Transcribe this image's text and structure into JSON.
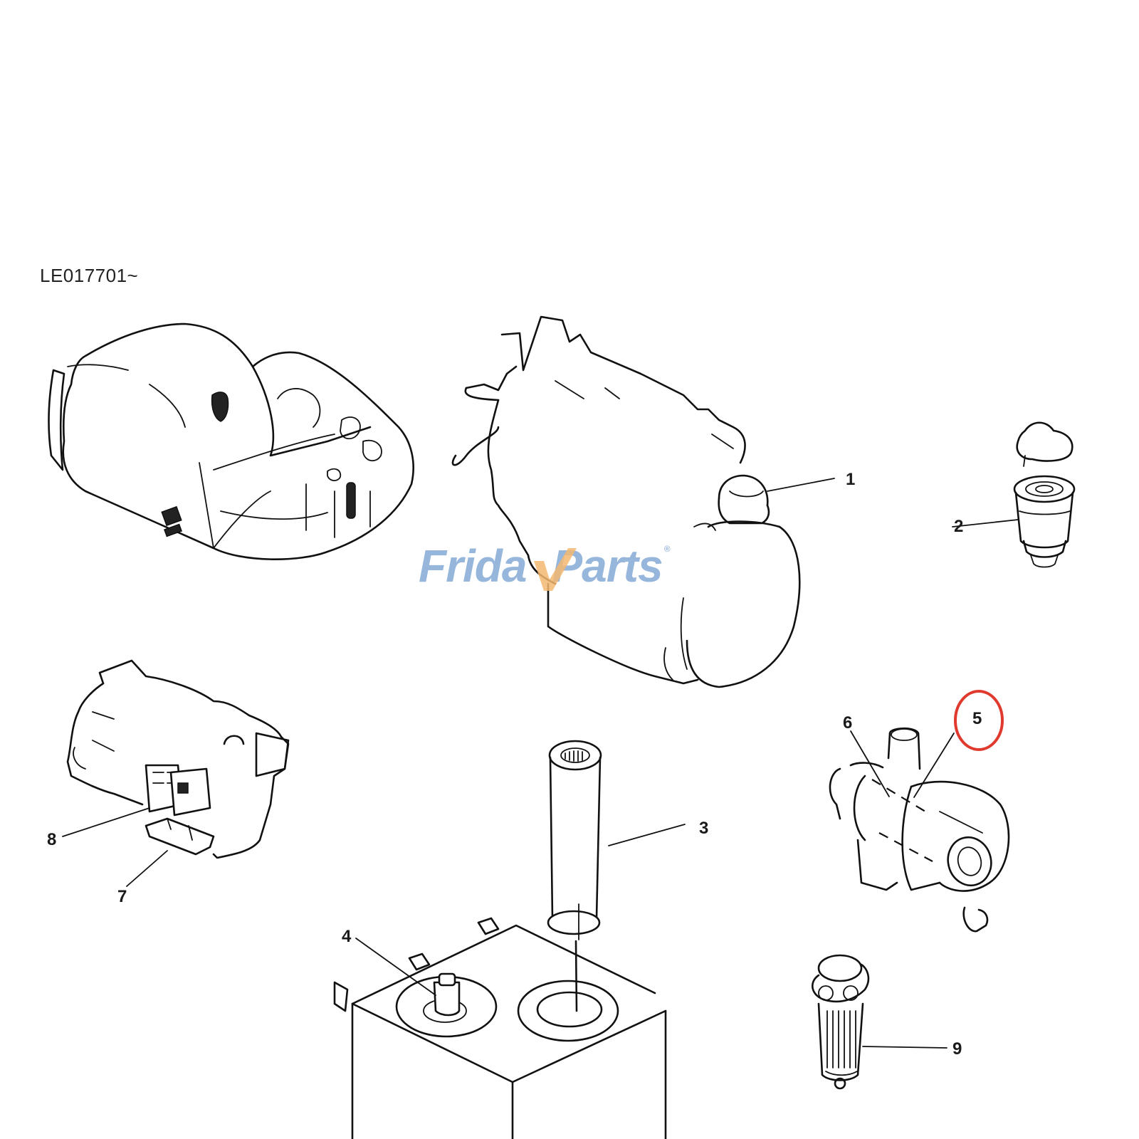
{
  "diagram": {
    "serial_range": "LE017701~",
    "highlight_color": "#e03a2f",
    "highlighted_callout": "5",
    "callouts": [
      {
        "id": "1",
        "label": "1",
        "part": "oil filter on engine"
      },
      {
        "id": "2",
        "label": "2",
        "part": "fuel filter cartridge"
      },
      {
        "id": "3",
        "label": "3",
        "part": "hydraulic tank return filter element"
      },
      {
        "id": "4",
        "label": "4",
        "part": "hydraulic tank breather"
      },
      {
        "id": "5",
        "label": "5",
        "part": "air cleaner outer element"
      },
      {
        "id": "6",
        "label": "6",
        "part": "air cleaner inner element"
      },
      {
        "id": "7",
        "label": "7",
        "part": "pilot line filter"
      },
      {
        "id": "8",
        "label": "8",
        "part": "pump filter"
      },
      {
        "id": "9",
        "label": "9",
        "part": "water separator / fuel pre-filter"
      }
    ]
  },
  "watermark": {
    "text_left": "Frida",
    "text_right": "Parts",
    "registered": "®",
    "text_color": "#8eb0d8",
    "check_color": "#f5b971"
  }
}
